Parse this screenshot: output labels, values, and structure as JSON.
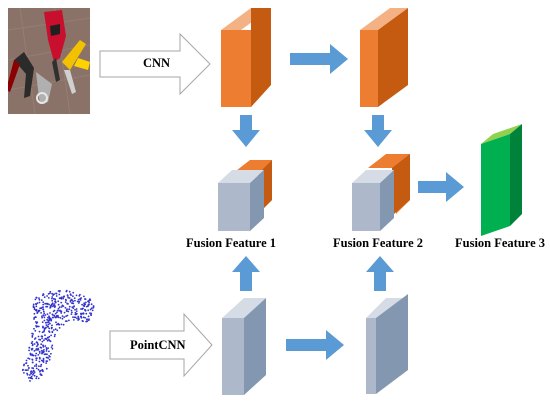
{
  "labels": {
    "cnn": "CNN",
    "pointcnn": "PointCNN",
    "fusion1": "Fusion Feature 1",
    "fusion2": "Fusion Feature 2",
    "fusion3": "Fusion Feature 3"
  },
  "images": {
    "top": "photo of tools (drill, pliers, scissors, screwdriver)",
    "bottom": "point cloud of a drill"
  },
  "colors": {
    "orange_front": "#ED7D31",
    "orange_side": "#C55A11",
    "grey_front": "#ADB9CA",
    "grey_side": "#8497B0",
    "green_front": "#00B050",
    "green_side": "#00823B",
    "blue_arrow": "#5B9BD5",
    "point_cloud": "#3333CC"
  }
}
